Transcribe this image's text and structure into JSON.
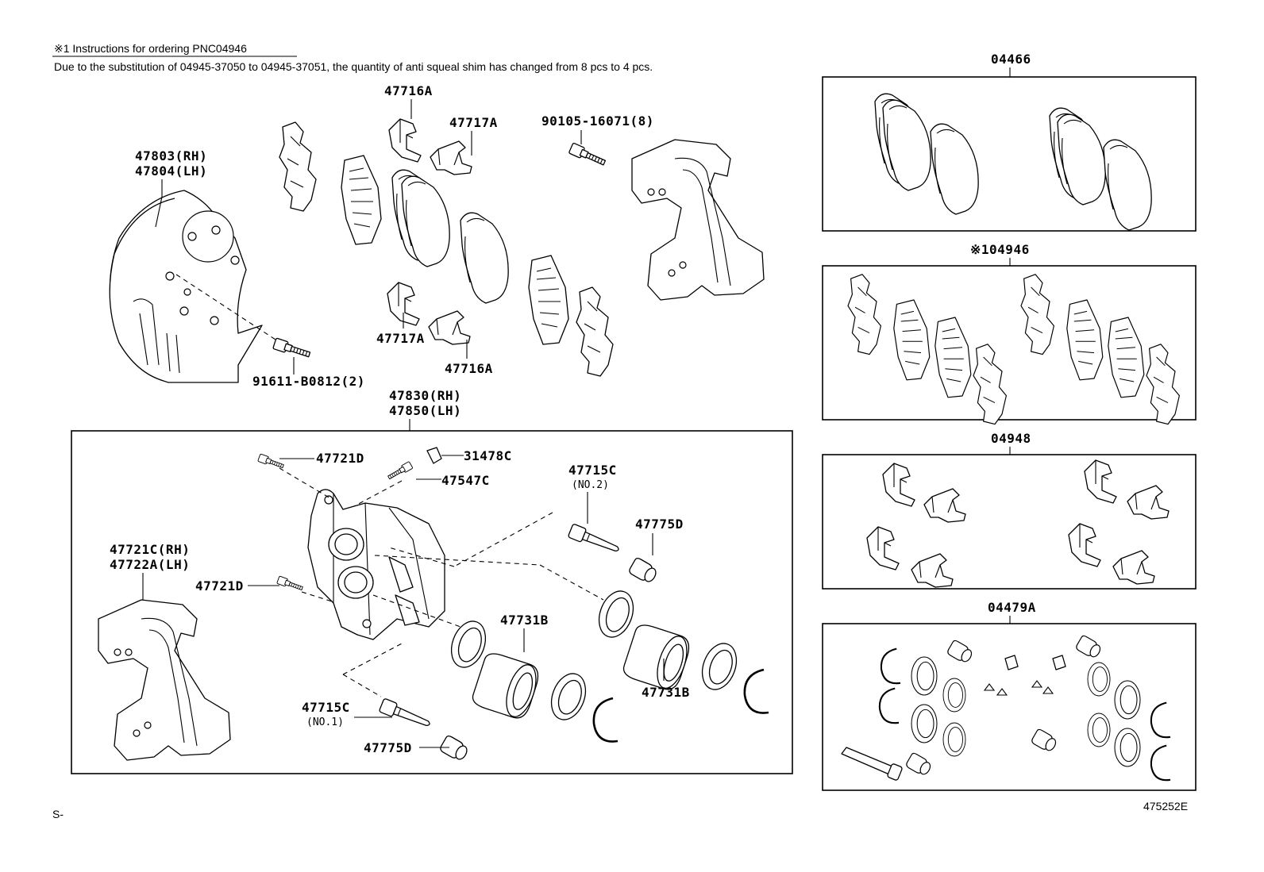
{
  "note": {
    "heading": "※1 Instructions for ordering PNC04946",
    "text": "Due to the substitution of 04945-37050 to 04945-37051, the quantity of anti squeal shim has changed from 8 pcs  to 4 pcs."
  },
  "labels": {
    "l47716A_top": "47716A",
    "l47717A_top": "47717A",
    "l90105": "90105-16071(8)",
    "l47803": "47803(RH)",
    "l47804": "47804(LH)",
    "l47717A_bot": "47717A",
    "l47716A_bot": "47716A",
    "l91611": "91611-B0812(2)",
    "l47830": "47830(RH)",
    "l47850": "47850(LH)",
    "l47721D_top": "47721D",
    "l31478C": "31478C",
    "l47547C": "47547C",
    "l47715C_no2": "47715C",
    "l47715C_no2_sub": "(NO.2)",
    "l47775D_top": "47775D",
    "l47721C": "47721C(RH)",
    "l47722A": "47722A(LH)",
    "l47721D_mid": "47721D",
    "l47731B_top": "47731B",
    "l47731B_bot": "47731B",
    "l47715C_no1": "47715C",
    "l47715C_no1_sub": "(NO.1)",
    "l47775D_bot": "47775D"
  },
  "kits": {
    "k04466": "04466",
    "k04946": "※104946",
    "k04948": "04948",
    "k04479A": "04479A"
  },
  "footer": {
    "left": "S-",
    "right": "475252E"
  }
}
